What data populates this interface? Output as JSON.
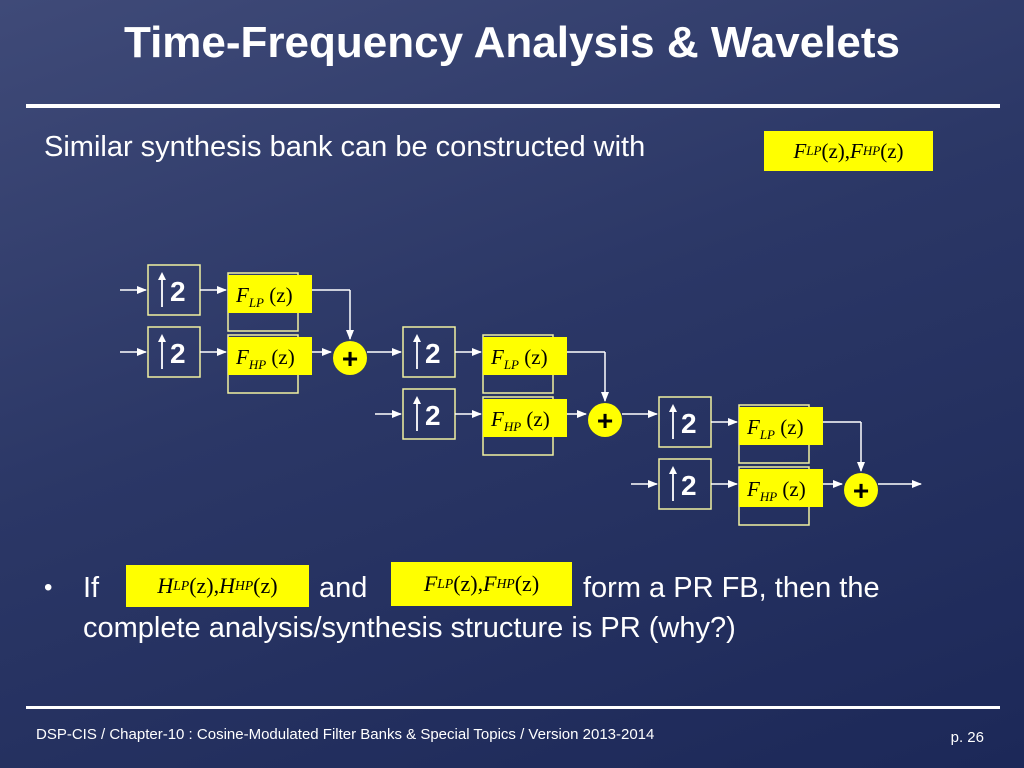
{
  "title": "Time-Frequency Analysis & Wavelets",
  "intro": {
    "text": "Similar synthesis bank can be constructed with",
    "eq": {
      "f": "F",
      "lp": "LP",
      "hp": "HP",
      "arg": "(z)",
      "sep": ", "
    }
  },
  "diagram": {
    "upsample_factor": "2",
    "adder_symbol": "+",
    "filter_lp": {
      "f": "F",
      "sub": "LP",
      "arg": "(z)"
    },
    "filter_hp": {
      "f": "F",
      "sub": "HP",
      "arg": "(z)"
    },
    "stages": 3
  },
  "bullet": {
    "marker": "•",
    "if_word": "If",
    "eq_h": {
      "f": "H",
      "lp": "LP",
      "hp": "HP",
      "arg": "(z)",
      "sep": ", "
    },
    "and_word": "and",
    "eq_f": {
      "f": "F",
      "lp": "LP",
      "hp": "HP",
      "arg": "(z)",
      "sep": ", "
    },
    "rest_line1": "form a PR FB, then the",
    "rest_line2": "complete analysis/synthesis structure is PR (why?)"
  },
  "footer": {
    "left": "DSP-CIS  /  Chapter-10 : Cosine-Modulated Filter Banks & Special Topics  /  Version 2013-2014",
    "page": "p. 26"
  },
  "colors": {
    "highlight": "#ffff00",
    "box_border": "#f0f0a0",
    "line": "#ffffff"
  }
}
